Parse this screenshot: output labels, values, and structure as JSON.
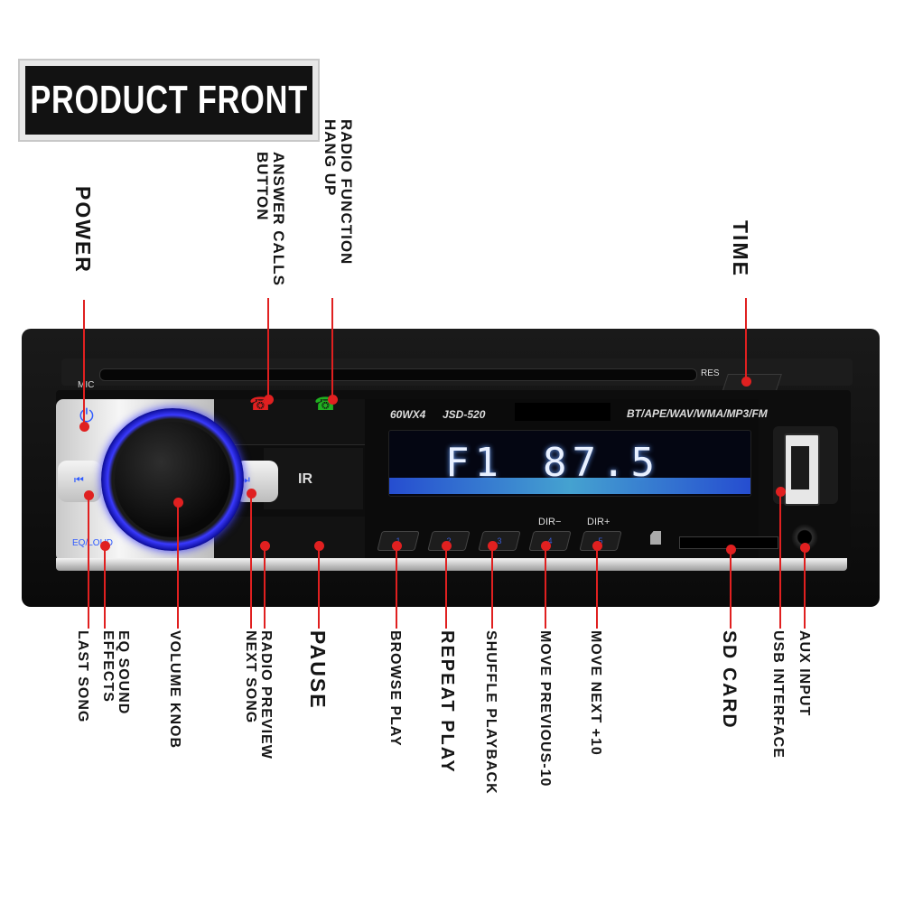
{
  "title": "PRODUCT FRONT",
  "labels_top": {
    "power": "POWER",
    "answer_calls": "ANSWER CALLS BUTTON",
    "radio_function": "RADIO FUNCTION HANG UP",
    "time": "TIME"
  },
  "labels_bottom": {
    "last_song": "LAST SONG",
    "eq_sound": "EQ SOUND EFFECTS",
    "volume_knob": "VOLUME KNOB",
    "radio_preview": "RADIO PREVIEW NEXT SONG",
    "pause": "PAUSE",
    "browse_play": "BROWSE PLAY",
    "repeat_play": "REPEAT PLAY",
    "shuffle_playback": "SHUFFLE PLAYBACK",
    "move_previous": "MOVE PREVIOUS-10",
    "move_next": "MOVE NEXT +10",
    "sd_card": "SD CARD",
    "usb_interface": "USB INTERFACE",
    "aux_input": "AUX INPUT"
  },
  "device": {
    "mic": "MIC",
    "res": "RES",
    "power_symbol": "⏻",
    "eq_loud": "EQ/LOUD",
    "prev_symbol": "⏮",
    "next_symbol": "⏭",
    "power_rating": "60WX4",
    "model": "JSD-520",
    "formats": "BT/APE/WAV/WMA/MP3/FM",
    "lcd_band": "F1",
    "lcd_freq": "87.5",
    "dir_minus": "DIR−",
    "dir_plus": "DIR+",
    "ir_mark": "IR"
  },
  "colors": {
    "leader": "#e02020",
    "knob_ring": "#3a3aff",
    "hangup_icon": "#e02020",
    "answer_icon": "#20b020"
  }
}
